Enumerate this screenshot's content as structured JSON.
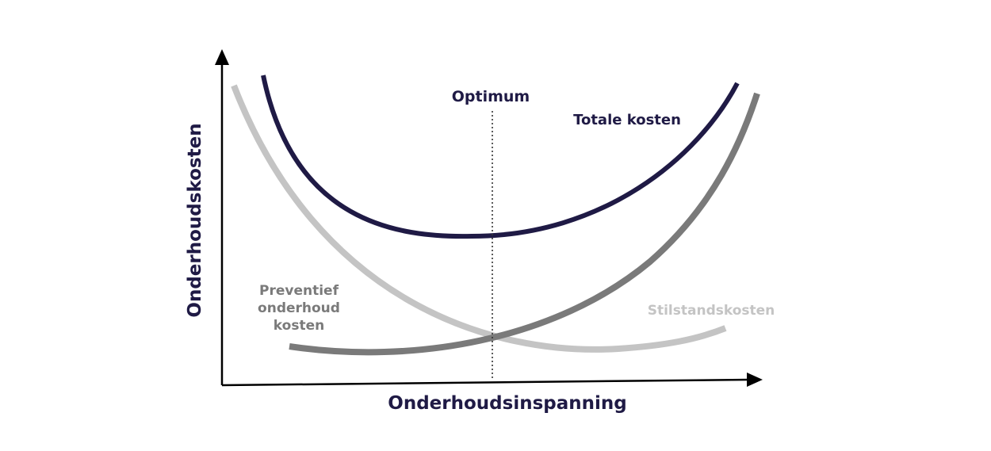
{
  "diagram": {
    "y_axis_label": "Onderhoudskosten",
    "x_axis_label": "Onderhoudsinspanning",
    "optimum_label": "Optimum",
    "total_label": "Totale kosten",
    "preventive_label_lines": [
      "Preventief",
      "onderhoud",
      "kosten"
    ],
    "downtime_label": "Stilstandskosten"
  },
  "colors": {
    "total": "#1f1a45",
    "preventive": "#7a7a7a",
    "downtime": "#c4c4c4",
    "axis": "#000000",
    "axis_label": "#1f1a45",
    "optimum_text": "#1f1a45",
    "optimum_line": "#333333"
  }
}
